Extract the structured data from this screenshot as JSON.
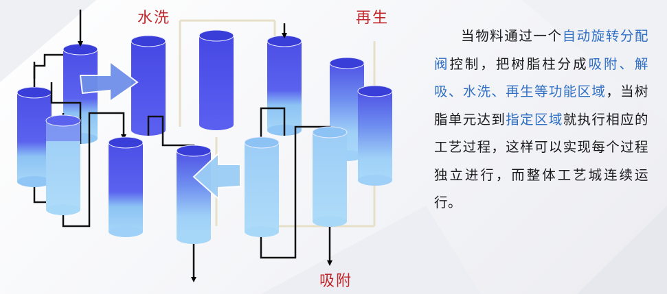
{
  "labels": {
    "washing": "水洗",
    "regeneration": "再生",
    "adsorption": "吸附"
  },
  "description": [
    {
      "text": "当物料通过一个",
      "hl": false
    },
    {
      "text": "自动旋转分配阀",
      "hl": true
    },
    {
      "text": "控制，把树脂柱分成",
      "hl": false
    },
    {
      "text": "吸附、解吸、水洗、再生等功能区域",
      "hl": true
    },
    {
      "text": "，当树脂单元达到",
      "hl": false
    },
    {
      "text": "指定区域",
      "hl": true
    },
    {
      "text": "就执行相应的工艺过程，这样可以实现每个过程独立进行，而整体工艺城连续运行。",
      "hl": false
    }
  ],
  "colors": {
    "label_red": "#c0262b",
    "highlight_blue": "#2f6fc4",
    "column_dark": "#4b4fe6",
    "column_light": "#9fd0f7"
  }
}
